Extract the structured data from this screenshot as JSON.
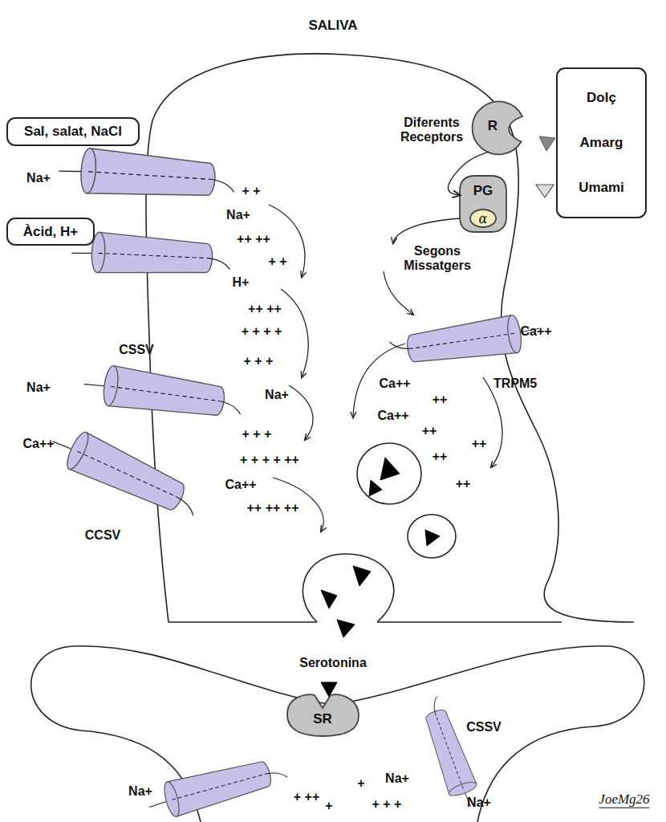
{
  "diagram": {
    "title": "SALIVA",
    "nodes": [
      {
        "text": [
          "Dolç",
          "Amarg",
          "Umami"
        ]
      },
      {
        "text": [
          "Sal, salat, NaCl"
        ]
      },
      {
        "text": [
          "R"
        ]
      },
      {
        "text": [
          "PG"
        ]
      },
      {
        "text": [
          "α"
        ],
        "in": 3
      },
      {
        "text": [
          "Àcid, H+"
        ]
      },
      {
        "text": [
          "SR"
        ]
      }
    ],
    "edges": [
      {
        "from": 2,
        "to": 3,
        "arrow": "to"
      }
    ],
    "labels": [
      "Diferents Receptors",
      "Na+",
      "+ +",
      "Na+",
      "++ ++",
      "+ +",
      "H+",
      "Segons Missatgers",
      "++ ++",
      "+ + + +",
      "Ca++",
      "CSSV",
      "+ + +",
      "TRPM5",
      "Ca++",
      "Na+",
      "Na+",
      "++",
      "Ca++",
      "++",
      "+ + +",
      "Ca++",
      "++",
      "++",
      "+ + + + ++",
      "++",
      "Ca++",
      "++ ++ ++",
      "CCSV",
      "Serotonina",
      "CSSV",
      "Na+",
      "+",
      "Na+",
      "+ ++",
      "Na+",
      "+",
      "+ + +",
      "JoeMg26"
    ]
  }
}
